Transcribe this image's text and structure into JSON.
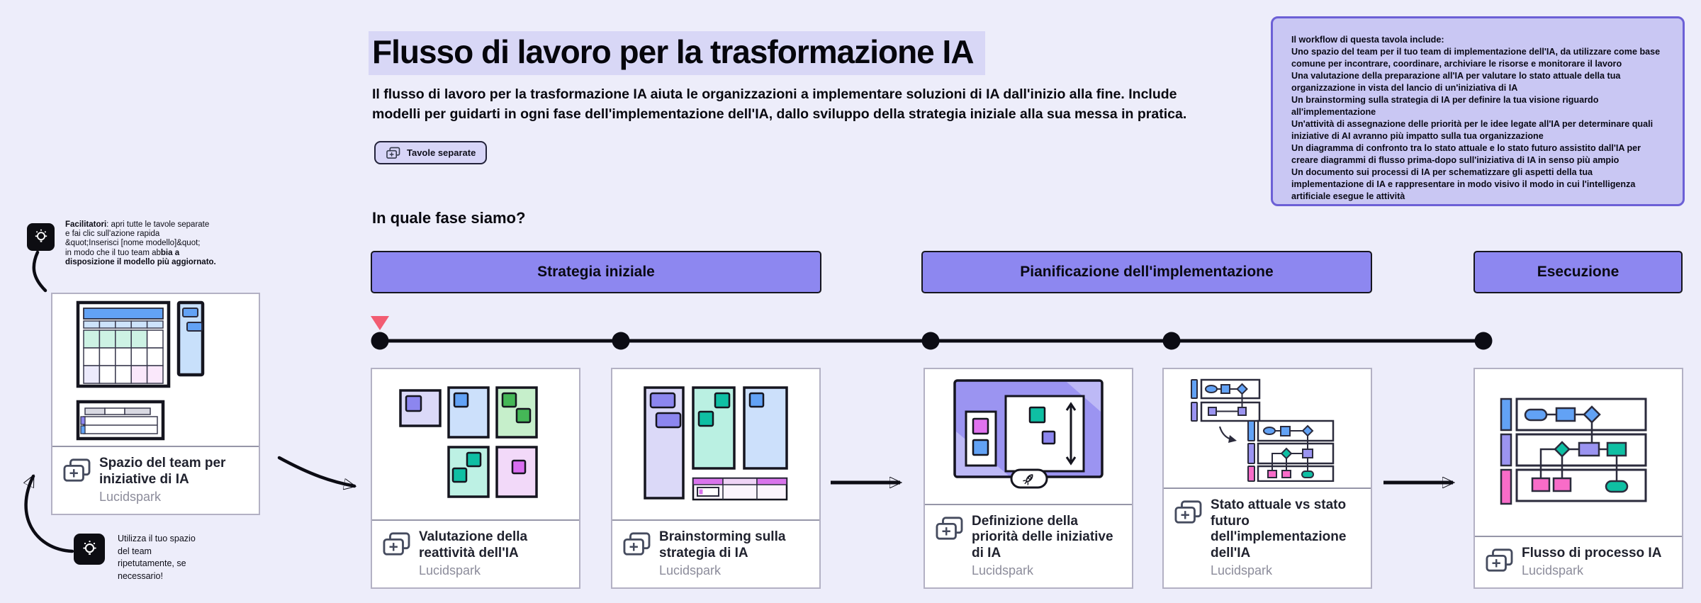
{
  "colors": {
    "background": "#EDEDFA",
    "accent_purple": "#8D87F0",
    "info_box_bg": "#C9C7F3",
    "info_box_border": "#6C60D6",
    "title_highlight": "#D8D7F6",
    "phase_marker_red": "#F25C72"
  },
  "header": {
    "title": "Flusso di lavoro per la trasformazione IA",
    "description": "Il flusso di lavoro per la trasformazione IA aiuta le organizzazioni a implementare soluzioni di IA dall'inizio alla fine. Include modelli per guidarti in ogni fase dell'implementazione dell'IA, dallo sviluppo della strategia iniziale alla sua messa in pratica.",
    "boards_button": "Tavole separate"
  },
  "info_box": {
    "intro": "Il workflow di questa tavola include:",
    "items": [
      "Uno spazio del team per il tuo team di implementazione dell'IA, da utilizzare come base comune per incontrare, coordinare, archiviare le risorse e monitorare il lavoro",
      "Una valutazione della preparazione all'IA per valutare lo stato attuale della tua organizzazione in vista del lancio di un'iniziativa di IA",
      "Un brainstorming sulla strategia di IA per definire la tua visione riguardo all'implementazione",
      "Un'attività di assegnazione delle priorità per le idee legate all'IA per determinare quali iniziative di AI avranno più impatto sulla tua organizzazione",
      "Un diagramma di confronto tra lo stato attuale e lo stato futuro assistito dall'IA per creare diagrammi di flusso prima-dopo sull'iniziativa di IA in senso più ampio",
      "Un documento sui processi di IA per schematizzare gli aspetti della tua implementazione di IA e rappresentare in modo visivo il modo in cui l'intelligenza artificiale esegue le attività"
    ]
  },
  "facilitator_note": {
    "lead": "Facilitatori",
    "after_lead": ": apri tutte le tavole separate",
    "line2": "e fai clic sull'azione rapida",
    "line3": "&quot;Inserisci [nome modello]&quot;",
    "line4_start": "in modo che il tuo team ab",
    "line4_bold": "bia a",
    "line5_bold": "disposizione il modello più aggiornato."
  },
  "reuse_note": {
    "text": "Utilizza il tuo spazio\ndel team\nripetutamente, se\nnecessario!"
  },
  "team_space_card": {
    "title": "Spazio del team per iniziative di IA",
    "subtitle": "Lucidspark"
  },
  "phase_section": {
    "question": "In quale fase siamo?",
    "phases": [
      {
        "label": "Strategia iniziale"
      },
      {
        "label": "Pianificazione dell'implementazione"
      },
      {
        "label": "Esecuzione"
      }
    ]
  },
  "template_cards": [
    {
      "title": "Valutazione della reattività dell'IA",
      "subtitle": "Lucidspark"
    },
    {
      "title": "Brainstorming sulla strategia di IA",
      "subtitle": "Lucidspark"
    },
    {
      "title": "Definizione della priorità delle iniziative di IA",
      "subtitle": "Lucidspark"
    },
    {
      "title": "Stato attuale vs stato futuro dell'implementazione dell'IA",
      "subtitle": "Lucidspark"
    },
    {
      "title": "Flusso di processo IA",
      "subtitle": "Lucidspark"
    }
  ]
}
